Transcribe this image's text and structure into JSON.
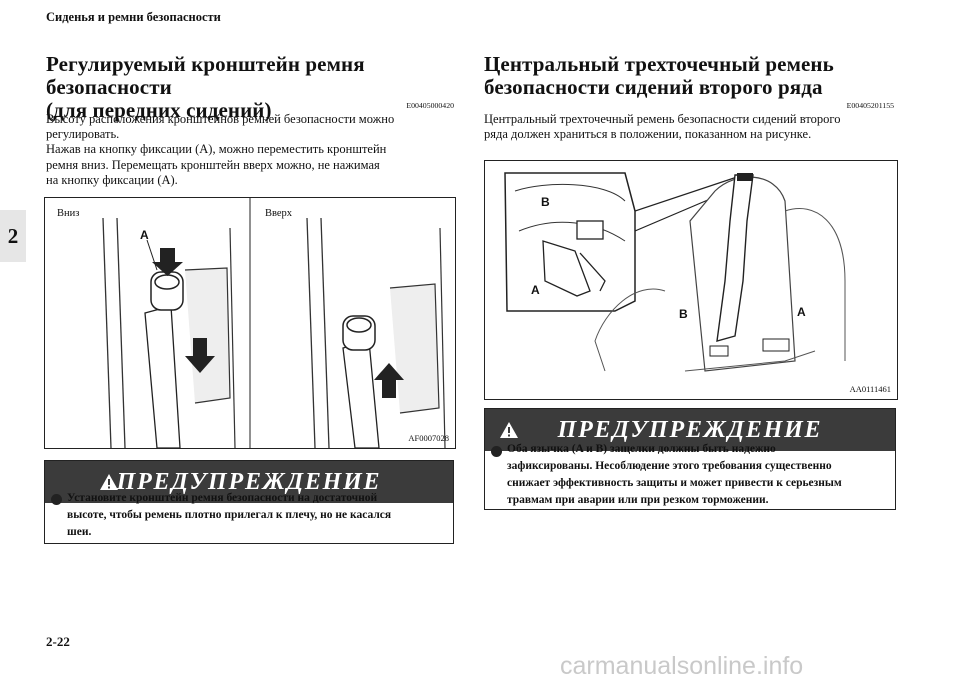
{
  "header": {
    "section_title": "Сиденья и ремни безопасности"
  },
  "chapter_tab": "2",
  "left": {
    "title_line1": "Регулируемый кронштейн ремня безопасности",
    "title_line2": "(для передних сидений)",
    "code": "E00405000420",
    "body": [
      "Высоту расположения кронштейнов ремней безопасности можно",
      "регулировать.",
      "Нажав на кнопку фиксации (A), можно переместить кронштейн",
      "ремня вниз. Перемещать кронштейн вверх можно, не нажимая",
      "на кнопку фиксации (A)."
    ],
    "figure": {
      "label_down": "Вниз",
      "label_up": "Вверх",
      "callout_a": "A",
      "code": "AF0007028"
    },
    "warning": {
      "title": "ПРЕДУПРЕЖДЕНИЕ",
      "lines": [
        "Установите кронштейн ремня безопасности на достаточной",
        "высоте, чтобы ремень плотно прилегал к плечу, но не касался",
        "шеи."
      ]
    }
  },
  "right": {
    "title_line1": "Центральный трехточечный ремень",
    "title_line2": "безопасности сидений второго ряда",
    "code": "E00405201155",
    "body": [
      "Центральный трехточечный ремень безопасности сидений второго",
      "ряда должен храниться в положении, показанном на рисунке."
    ],
    "figure": {
      "callout_a": "A",
      "callout_b": "B",
      "code": "AA0111461"
    },
    "warning": {
      "title": "ПРЕДУПРЕЖДЕНИЕ",
      "lines": [
        "Оба язычка (A и B) защелки должны быть надежно",
        "зафиксированы. Несоблюдение этого требования существенно",
        "снижает эффективность защиты и может привести к серьезным",
        "травмам при аварии или при резком торможении."
      ]
    }
  },
  "page_number": "2-22",
  "watermark": "carmanualsonline.info"
}
